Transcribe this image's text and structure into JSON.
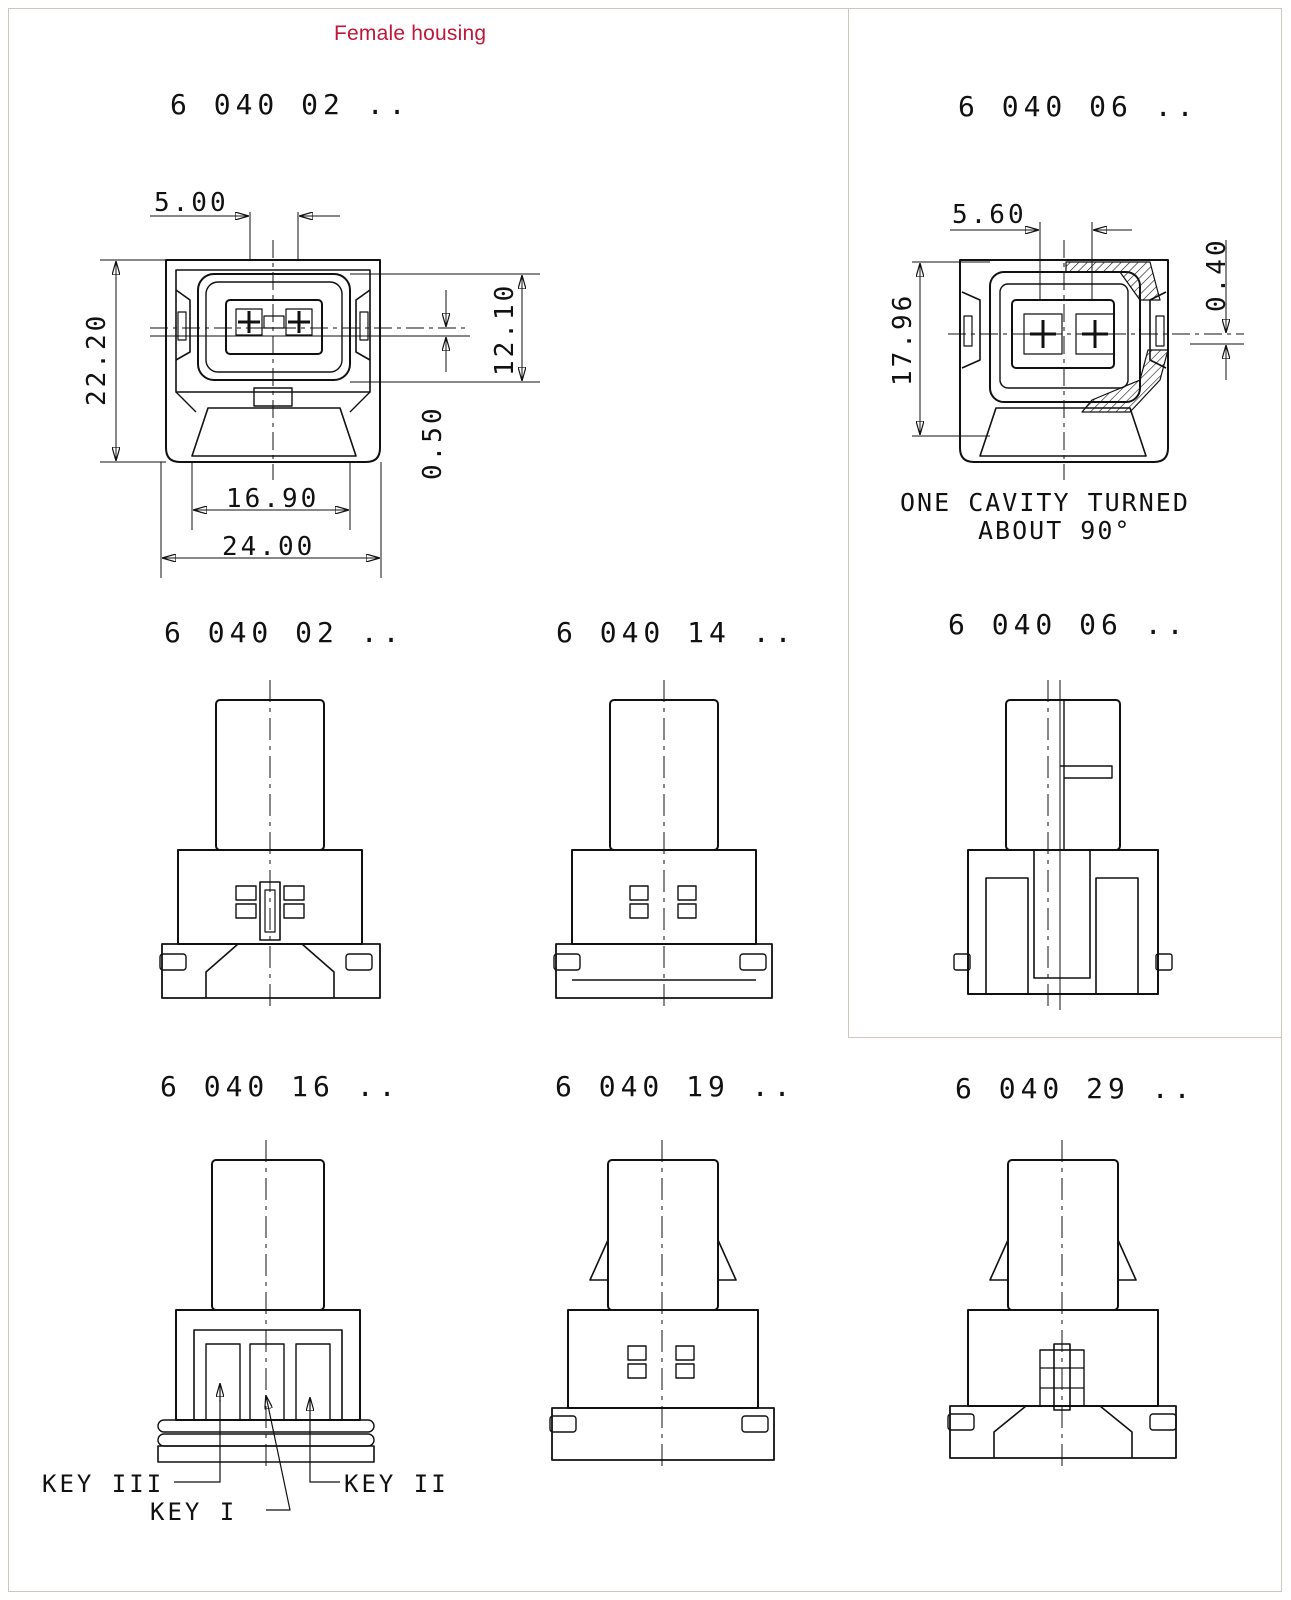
{
  "title": "Female housing",
  "part_numbers": {
    "front_left": "6 040 02 ..",
    "front_right": "6 040 06 ..",
    "side_1": "6 040 02 ..",
    "side_2": "6 040 14 ..",
    "side_3": "6 040 06 ..",
    "side_4": "6 040 16 ..",
    "side_5": "6 040 19 ..",
    "side_6": "6 040 29 .."
  },
  "dimensions": {
    "d_500": "5.00",
    "d_2220": "22.20",
    "d_1210": "12.10",
    "d_050": "0.50",
    "d_1690": "16.90",
    "d_2400": "24.00",
    "d_560": "5.60",
    "d_1796": "17.96",
    "d_040": "0.40"
  },
  "notes": {
    "line1": "ONE CAVITY TURNED",
    "line2": "ABOUT 90°"
  },
  "keys": {
    "key3": "KEY III",
    "key1": "KEY I",
    "key2": "KEY II"
  },
  "colors": {
    "title": "#c0163a",
    "frame": "#cfc6c0",
    "ink": "#111111"
  }
}
